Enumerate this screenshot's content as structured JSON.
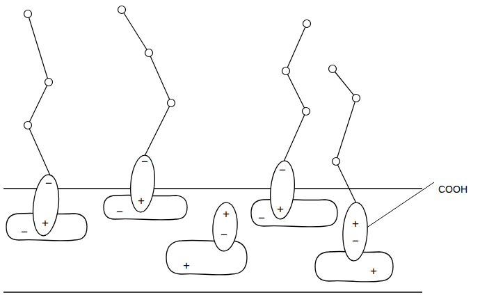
{
  "diagram": {
    "nodes": [
      {
        "text": [
          "−",
          "+"
        ]
      },
      {
        "text": [
          "−"
        ]
      },
      {
        "text": [
          "−",
          "+"
        ]
      },
      {
        "text": [
          "−"
        ]
      },
      {
        "text": [
          "+",
          "−"
        ]
      },
      {
        "text": [
          "+"
        ]
      },
      {
        "text": [
          "−",
          "+"
        ]
      },
      {
        "text": [
          "−"
        ]
      },
      {
        "text": [
          "+",
          "−"
        ]
      },
      {
        "text": [
          "+"
        ]
      }
    ],
    "labels": [
      "COOH"
    ]
  }
}
